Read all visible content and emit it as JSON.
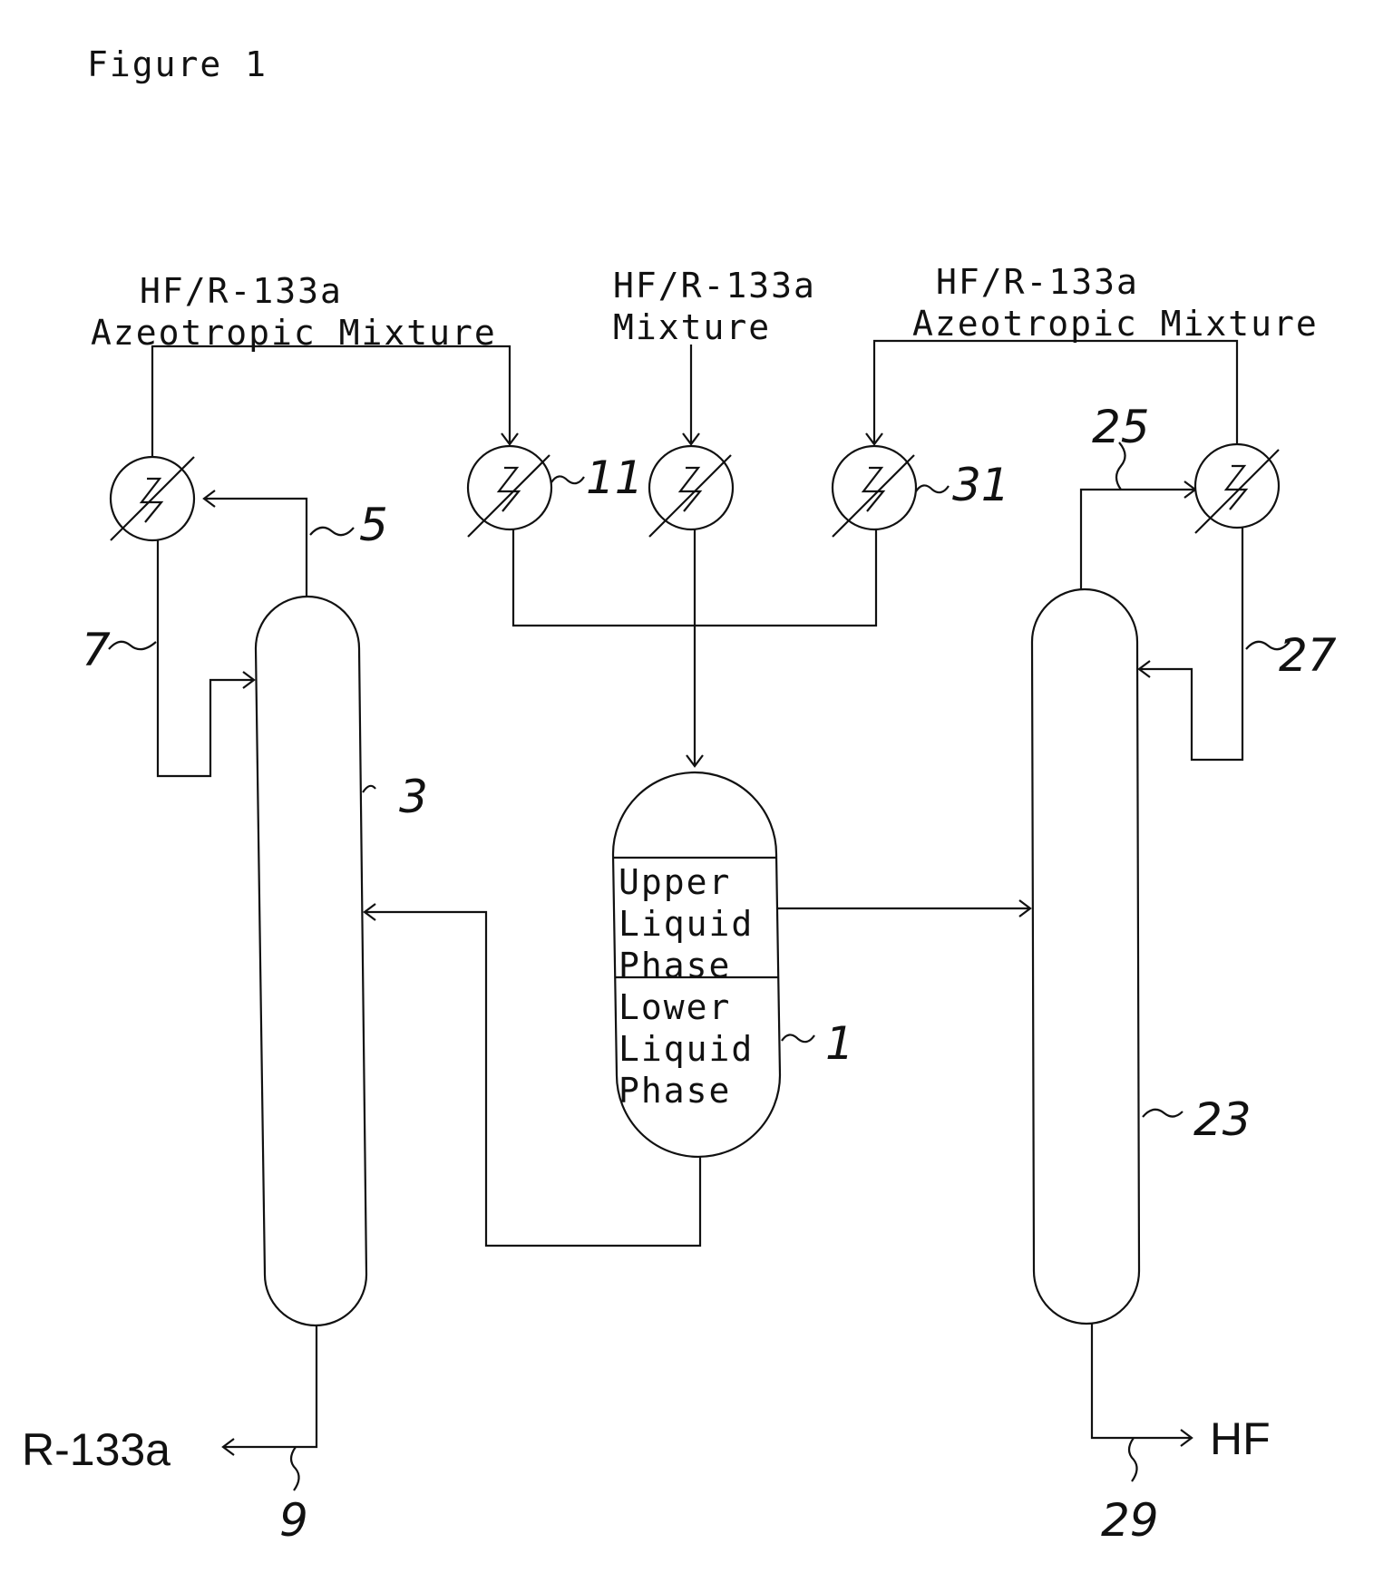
{
  "figure_title": "Figure 1",
  "feed_labels": {
    "left_line1": "HF/R-133a",
    "left_line2": "Azeotropic Mixture",
    "center_line1": "HF/R-133a",
    "center_line2": "Mixture",
    "right_line1": "HF/R-133a",
    "right_line2": "Azeotropic Mixture"
  },
  "decanter": {
    "upper_phase": [
      "Upper",
      "Liquid",
      "Phase"
    ],
    "lower_phase": [
      "Lower",
      "Liquid",
      "Phase"
    ]
  },
  "reference_numerals": {
    "decanter": "1",
    "column_left": "3",
    "overhead_left": "5",
    "reflux_left": "7",
    "bottoms_left": "9",
    "hx_11": "11",
    "column_right": "23",
    "overhead_right": "25",
    "reflux_right": "27",
    "bottoms_right": "29",
    "hx_31": "31"
  },
  "products": {
    "left": "R-133a",
    "right": "HF"
  }
}
